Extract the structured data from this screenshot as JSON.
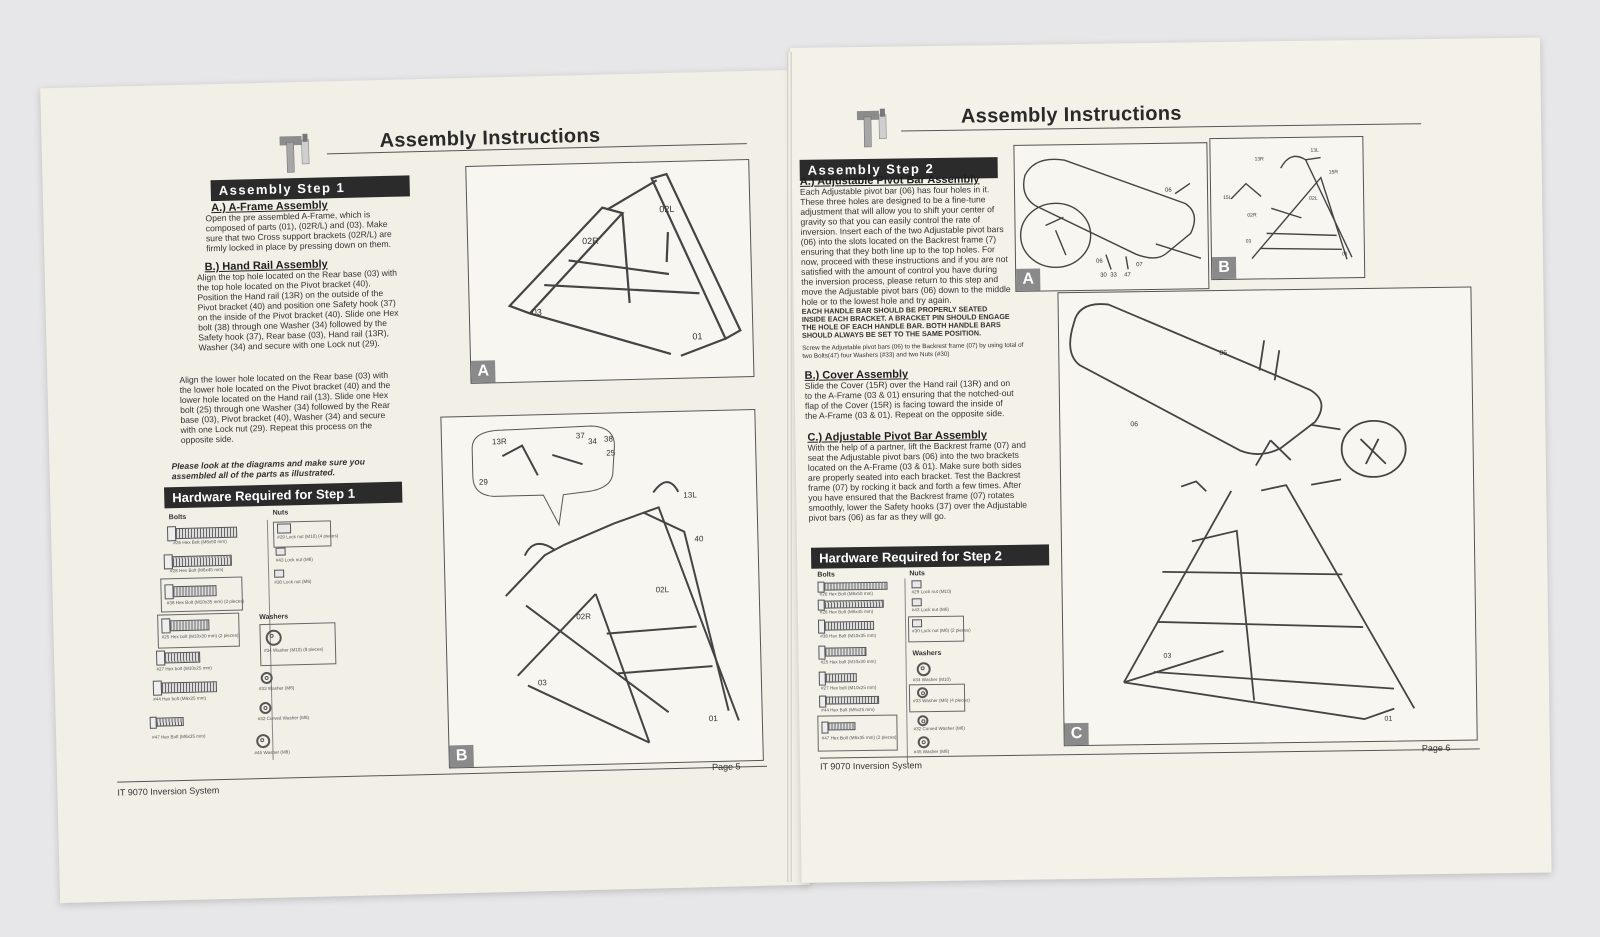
{
  "left": {
    "title": "Assembly Instructions",
    "step_label": "Assembly Step 1",
    "sections": [
      {
        "heading": "A.) A-Frame Assembly",
        "text": "Open the pre assembled A-Frame, which is composed of parts (01), (02R/L) and (03). Make sure that two Cross support brackets (02R/L) are firmly locked in place by pressing down on them."
      },
      {
        "heading": "B.) Hand Rail Assembly",
        "text": "Align the top hole located on the Rear base (03) with the top hole located on the Pivot bracket (40). Position the Hand rail (13R) on the outside of the Pivot bracket (40) and position one Safety hook (37) on the inside of the Pivot bracket (40). Slide one Hex bolt (38) through one Washer (34) followed by the Safety hook (37), Rear base (03), Hand rail (13R), Washer (34) and secure with one Lock nut (29)."
      }
    ],
    "para2": "Align the lower hole located on the Rear base (03) with the lower hole located on the Pivot bracket (40) and the lower hole located on the Hand rail (13). Slide one Hex bolt (25) through one Washer (34) followed by the Rear base (03), Pivot bracket (40), Washer (34) and secure with one Lock nut (29). Repeat this process on the opposite side.",
    "note": "Please look at the diagrams and make sure you assembled all of the parts as illustrated.",
    "hardware_title": "Hardware Required for Step 1",
    "hardware": {
      "bolts_label": "Bolts",
      "nuts_label": "Nuts",
      "washers_label": "Washers",
      "bolts": [
        "#26 Hex Bolt (M6x50 mm)",
        "#28 Hex Bolt (M6x45 mm)",
        "#38 Hex Bolt (M10x35 mm) (2 pieces)",
        "#25 Hex bolt (M10x30 mm) (2 pieces)",
        "#27 Hex bolt (M10x25 mm)",
        "#44 Hex bolt (M6x25 mm)",
        "#47 Hex Bolt (M6x35 mm)"
      ],
      "nuts": [
        "#29 Lock nut (M10) (4 pieces)",
        "#43 Lock nut (M6)",
        "#30 Lock nut (M6)"
      ],
      "washers": [
        "#34 Washer (M10) (8 pieces)",
        "#33 Washer (M6)",
        "#32 Curved Washer (M6)",
        "#45 Washer (M8)"
      ]
    },
    "diagram_a": {
      "letter": "A",
      "labels": [
        "02L",
        "02R",
        "03",
        "01"
      ]
    },
    "diagram_b": {
      "letter": "B",
      "labels": [
        "13R",
        "37",
        "34",
        "38",
        "25",
        "29",
        "13L",
        "40",
        "02L",
        "02R",
        "03",
        "01"
      ]
    },
    "footer_left": "IT 9070 Inversion System",
    "footer_right": "Page 5"
  },
  "right": {
    "title": "Assembly Instructions",
    "step_label": "Assembly Step 2",
    "sections": [
      {
        "heading": "A.) Adjustable Pivot Bar Assembly",
        "text": "Each Adjustable pivot bar (06) has four holes in it. These three holes are designed to be a fine-tune adjustment that will allow you to shift your center of gravity so that you can easily control the rate of inversion. Insert each of the two Adjustable pivot bars (06) into the slots located on the Backrest frame (7) ensuring that they both line up to the top holes. For now, proceed with these instructions and if you are not satisfied with the amount of control you have during the inversion process, please return to this step and move the Adjustable pivot bars (06) down to the middle hole or to the lowest hole and try again."
      },
      {
        "heading": "B.) Cover Assembly",
        "text": "Slide the Cover (15R) over the Hand rail (13R) and on to the A-Frame (03 & 01) ensuring that the notched-out flap of the Cover (15R) is facing toward the inside of the A-Frame (03 & 01). Repeat on the opposite side."
      },
      {
        "heading": "C.) Adjustable Pivot Bar Assembly",
        "text": "With the help of a partner, lift the Backrest frame (07) and seat the Adjustable pivot bars (06) into the two brackets located on the A-Frame (03 & 01). Make sure both sides are properly seated into each bracket. Test the Backrest frame (07) by rocking it back and forth a few times. After you have ensured that the Backrest frame (07) rotates smoothly, lower the Safety hooks (37) over the Adjustable pivot bars (06) as far as they will go."
      }
    ],
    "caps_note": "EACH HANDLE BAR SHOULD BE PROPERLY SEATED INSIDE EACH BRACKET. A BRACKET PIN SHOULD ENGAGE THE HOLE OF EACH HANDLE BAR. BOTH HANDLE BARS SHOULD ALWAYS BE SET TO THE SAME POSITION.",
    "screw_note": "Screw the Adjustable pivot bars (06) to the Backrest frame (07) by using total of two Bolts(47) four Washers (#33) and two Nuts (#30)",
    "hardware_title": "Hardware Required for Step 2",
    "hardware": {
      "bolts_label": "Bolts",
      "nuts_label": "Nuts",
      "washers_label": "Washers",
      "bolts": [
        "#26 Hex Bolt (M6x50 mm)",
        "#28 Hex Bolt (M6x45 mm)",
        "#38 Hex Bolt (M10x35 mm)",
        "#25 Hex bolt (M10x30 mm)",
        "#27 Hex bolt (M10x25 mm)",
        "#44 Hex Bolt (M6x25 mm)",
        "#47 Hex Bolt (M6x35 mm) (2 pieces)"
      ],
      "nuts": [
        "#29 Lock nut (M10)",
        "#43 Lock nut (M6)",
        "#30 Lock nut (M6) (2 pieces)"
      ],
      "washers": [
        "#34 Washer (M10)",
        "#33 Washer (M6) (4 pieces)",
        "#32 Curved Washer (M6)",
        "#45 Washer (M8)"
      ]
    },
    "diagram_a": {
      "letter": "A",
      "labels": [
        "06",
        "07",
        "06",
        "30",
        "33",
        "47"
      ]
    },
    "diagram_b": {
      "letter": "B",
      "labels": [
        "13R",
        "13L",
        "15L",
        "15R",
        "02R",
        "02L",
        "03",
        "01"
      ]
    },
    "diagram_c": {
      "letter": "C",
      "labels": [
        "06",
        "06",
        "03",
        "01"
      ]
    },
    "footer_left": "IT 9070 Inversion System",
    "footer_right": "Page 6"
  }
}
